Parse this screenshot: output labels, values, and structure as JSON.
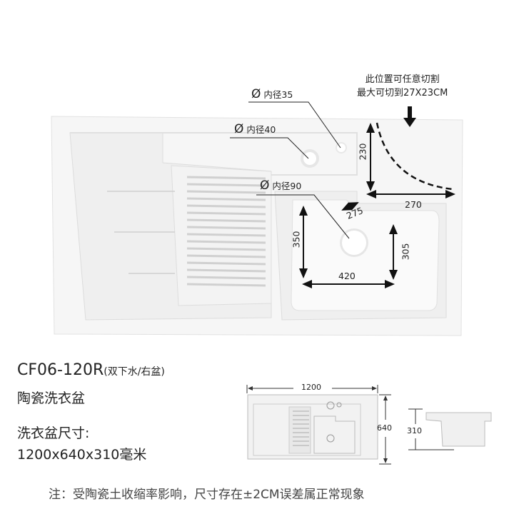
{
  "product": {
    "model": "CF06-120R",
    "model_note": "(双下水/右盆)",
    "name": "陶瓷洗衣盆",
    "size_label": "洗衣盆尺寸:",
    "size_value": "1200x640x310毫米"
  },
  "annotations": {
    "cut_line1": "此位置可任意切割",
    "cut_line2": "最大可切到27X23CM",
    "hole_35": "内径35",
    "hole_40": "内径40",
    "hole_90": "内径90",
    "diameter_symbol": "Ø",
    "dim_230": "230",
    "dim_270": "270",
    "dim_275": "275",
    "dim_350": "350",
    "dim_305": "305",
    "dim_420": "420"
  },
  "small_drawing": {
    "width": "1200",
    "depth": "640",
    "height": "310"
  },
  "note": "注：受陶瓷土收缩率影响，尺寸存在±2CM误差属正常现象"
}
